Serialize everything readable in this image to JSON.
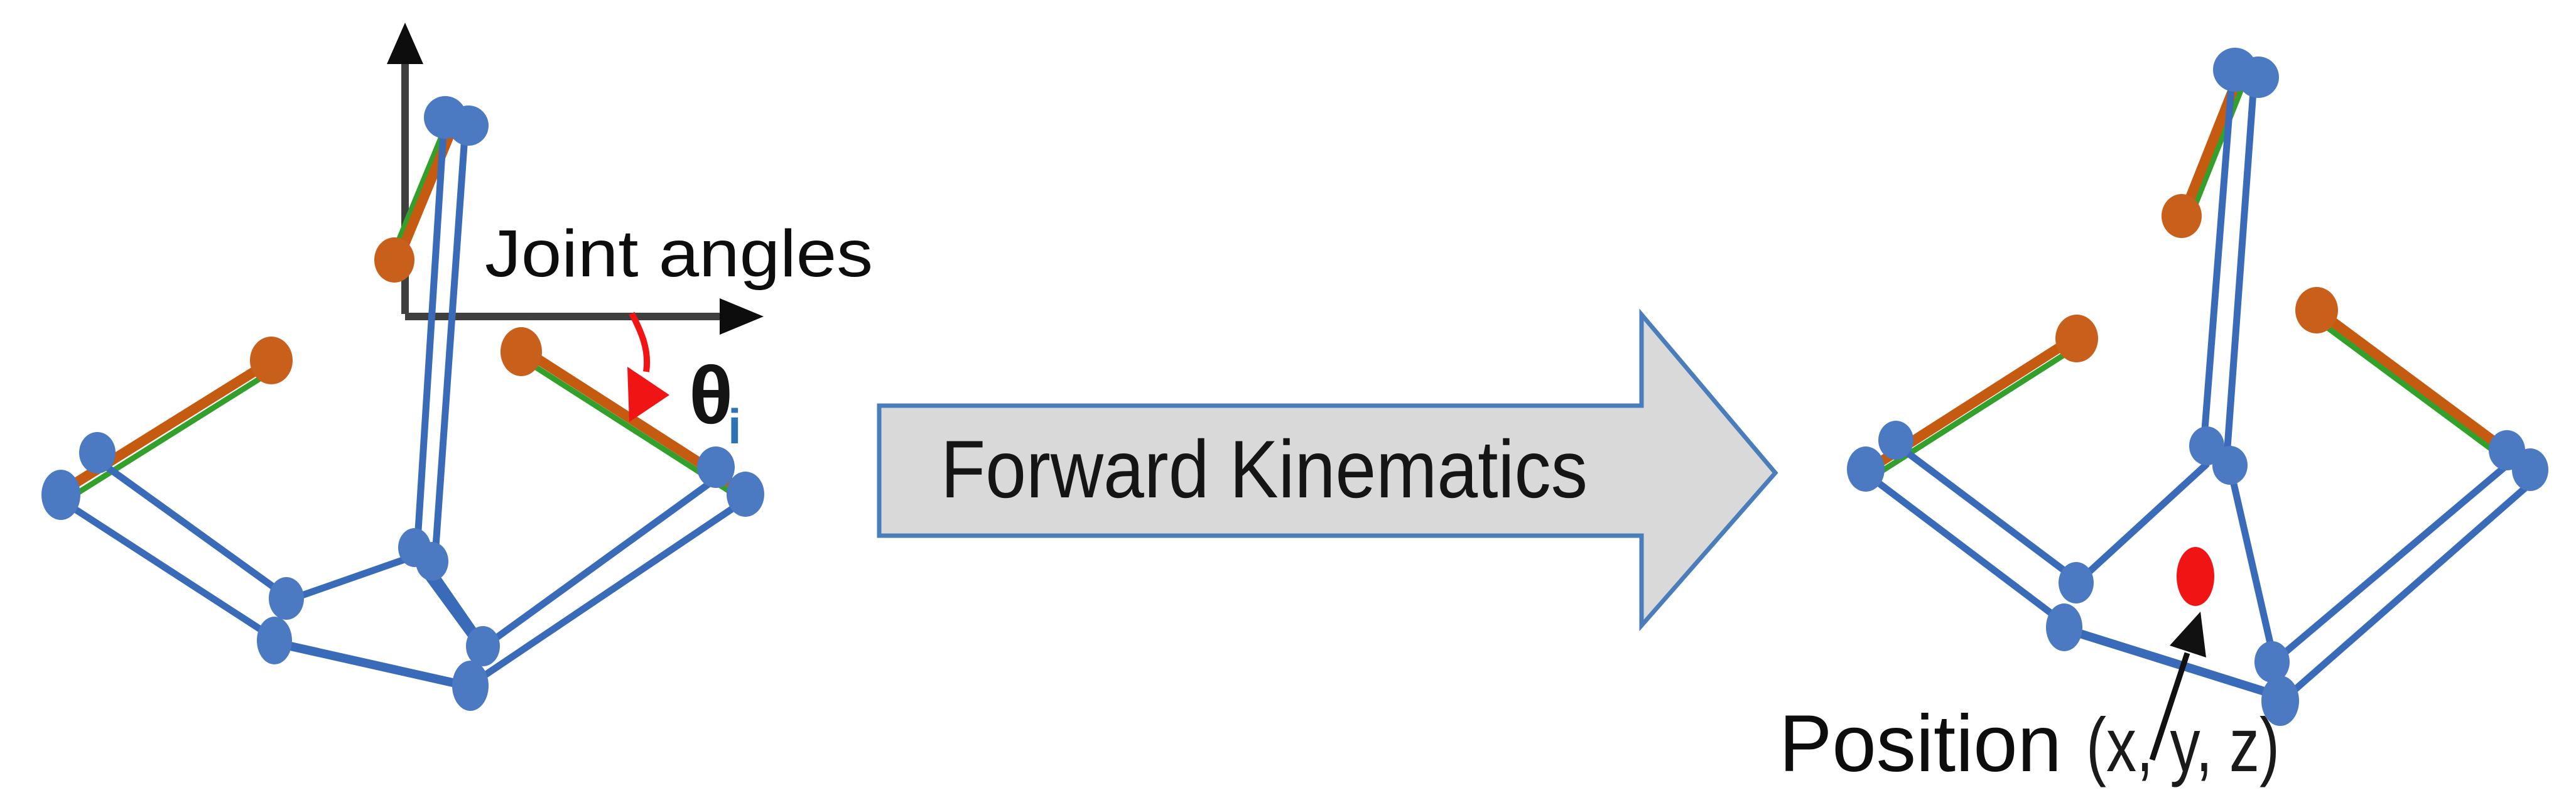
{
  "left_figure": {
    "label": "Joint angles",
    "angle_symbol": "θ",
    "angle_subscript": "i"
  },
  "process_arrow": {
    "label": "Forward Kinematics"
  },
  "right_figure": {
    "label_position": "Position",
    "label_coordinates": "(x, y, z)"
  },
  "colors": {
    "link_blue": "#4472C4",
    "node_blue": "#4B79C2",
    "arm_orange": "#C55A11",
    "arm_green": "#33A02C",
    "highlight_red": "#F01414",
    "block_arrow_fill": "#D9D9D9",
    "block_arrow_border": "#4A7EBB",
    "axis_gray": "#3F3F3F",
    "subscript_blue": "#2E74B5",
    "text_black": "#111111"
  }
}
